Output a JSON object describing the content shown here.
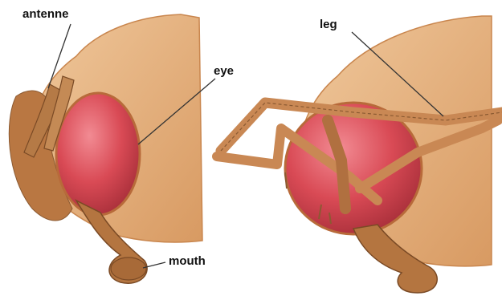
{
  "labels": {
    "antenne": "antenne",
    "eye": "eye",
    "mouth": "mouth",
    "leg": "leg"
  },
  "colors": {
    "background": "#ffffff",
    "head": "#e7b07c",
    "head_shadow": "#c9864e",
    "eye": "#d94a55",
    "eye_highlight": "#ef7b84",
    "appendage": "#c98854",
    "appendage_dark": "#8b5a32",
    "leader_line": "#333333"
  }
}
